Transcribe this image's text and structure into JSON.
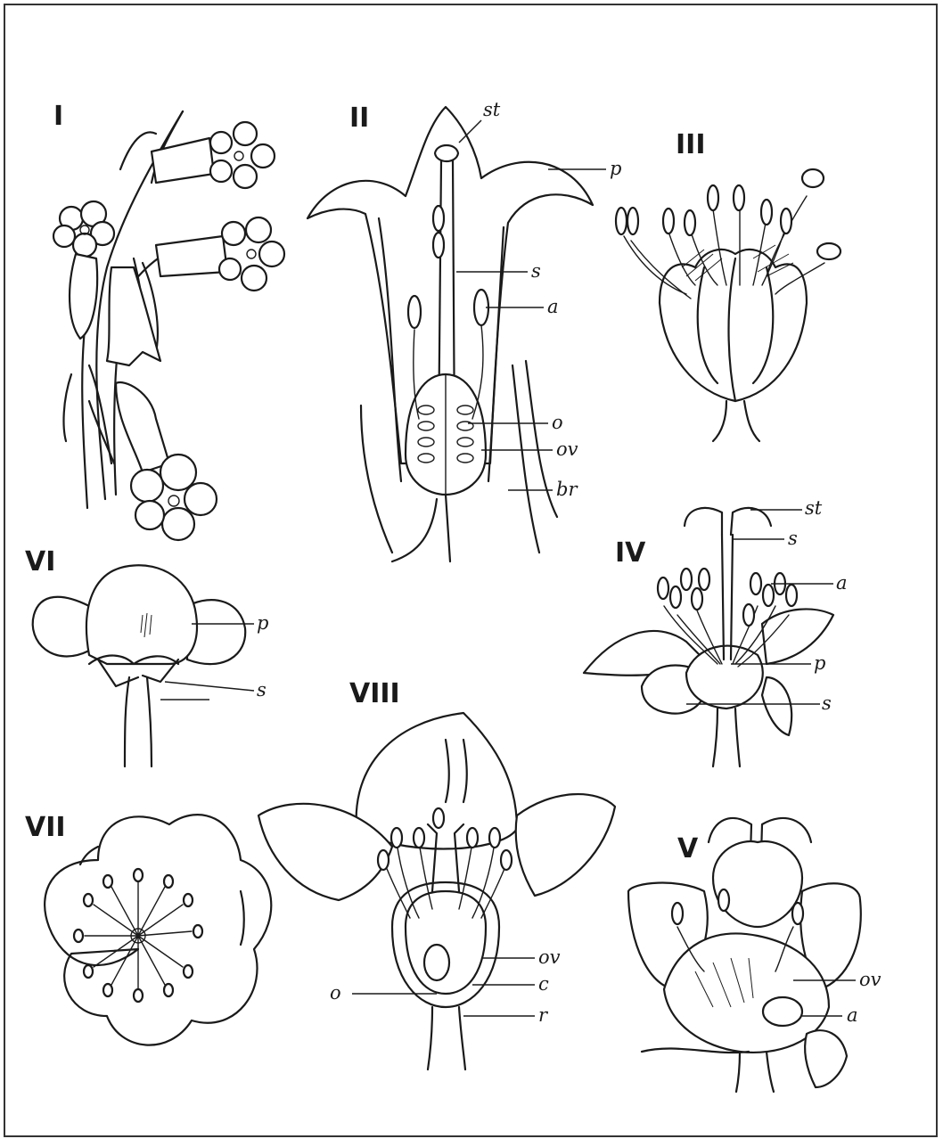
{
  "figures": {
    "I": {
      "numeral": "I"
    },
    "II": {
      "numeral": "II",
      "labels": [
        "st",
        "p",
        "s",
        "a",
        "o",
        "ov",
        "br"
      ]
    },
    "III": {
      "numeral": "III"
    },
    "IV": {
      "numeral": "IV",
      "labels": [
        "st",
        "s",
        "a",
        "p",
        "s"
      ]
    },
    "V": {
      "numeral": "V",
      "labels": [
        "ov",
        "a"
      ]
    },
    "VI": {
      "numeral": "VI",
      "labels": [
        "p",
        "s"
      ]
    },
    "VII": {
      "numeral": "VII"
    },
    "VIII": {
      "numeral": "VIII",
      "labels": [
        "ov",
        "c",
        "o",
        "r"
      ]
    }
  }
}
